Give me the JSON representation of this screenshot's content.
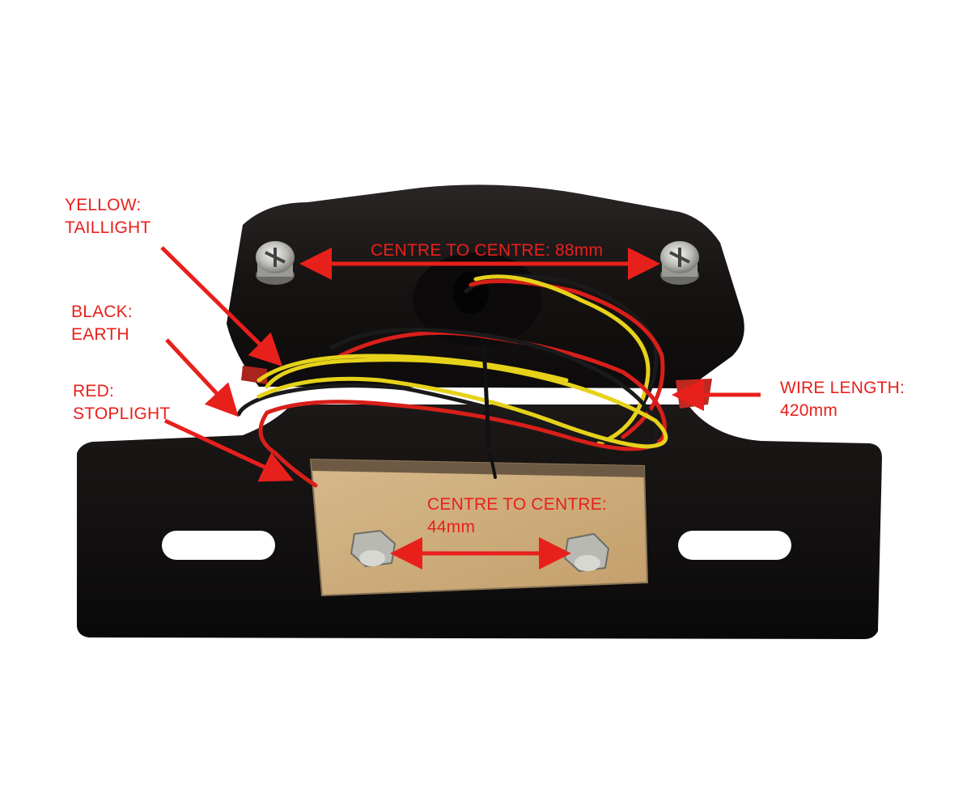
{
  "annotations": {
    "yellow_wire": {
      "line1": "YELLOW:",
      "line2": "TAILLIGHT"
    },
    "black_wire": {
      "line1": "BLACK:",
      "line2": "EARTH"
    },
    "red_wire": {
      "line1": "RED:",
      "line2": "STOPLIGHT"
    },
    "wire_length": {
      "line1": "WIRE LENGTH:",
      "line2": "420mm"
    },
    "top_spacing": {
      "line1": "CENTRE TO CENTRE: 88mm"
    },
    "bottom_spacing": {
      "line1": "CENTRE TO CENTRE:",
      "line2": "44mm"
    }
  },
  "colors": {
    "annotation_red": "#e8201c",
    "bracket_black": "#141212",
    "wire_yellow": "#e6d21a",
    "wire_red": "#d81f1a",
    "wire_black": "#1a1a1a",
    "foam_pad": "#c9a97a"
  }
}
